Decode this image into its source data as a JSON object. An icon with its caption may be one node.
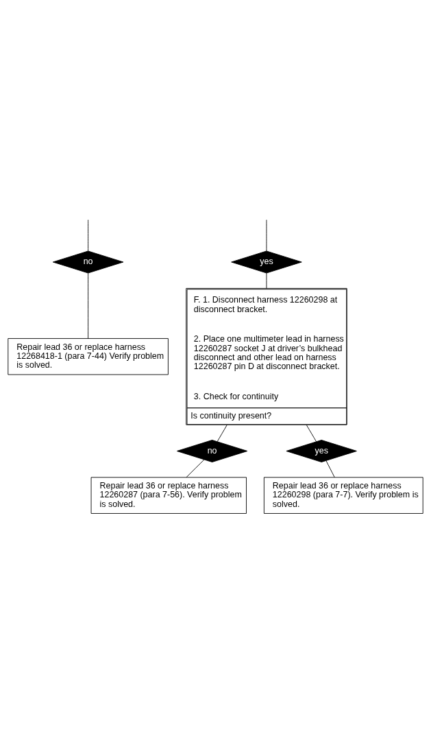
{
  "diagram": {
    "nodes": [
      {
        "text": [
          "no"
        ]
      },
      {
        "text": [
          "yes"
        ]
      },
      {
        "text": [
          "Repair lead 36 or replace harness 12268418-1 (para 7-44) Verify problem is solved."
        ]
      },
      {
        "text": [
          "F. 1. Disconnect harness 12260298 at disconnect bracket.",
          "2. Place one multimeter lead in harness 12260287 socket J at driver’s bulkhead disconnect and other lead on harness 12260287 pin D at disconnect bracket.",
          "3. Check for continuity",
          "Is continuity present?"
        ]
      },
      {
        "text": [
          "no"
        ]
      },
      {
        "text": [
          "yes"
        ]
      },
      {
        "text": [
          "Repair lead 36 or replace harness 12260287 (para 7-56). Verify problem is solved."
        ]
      },
      {
        "text": [
          "Repair lead 36 or replace harness 12260298 (para 7-7). Verify problem is solved."
        ]
      }
    ],
    "edges": [
      {
        "from": null,
        "to": 0,
        "arrow": "none"
      },
      {
        "from": null,
        "to": 1,
        "arrow": "none"
      },
      {
        "from": 0,
        "to": 2,
        "arrow": "none"
      },
      {
        "from": 1,
        "to": 3,
        "arrow": "none"
      },
      {
        "from": 3,
        "to": 4,
        "arrow": "none"
      },
      {
        "from": 3,
        "to": 5,
        "arrow": "none"
      },
      {
        "from": 4,
        "to": 6,
        "arrow": "none"
      },
      {
        "from": 5,
        "to": 7,
        "arrow": "none"
      }
    ]
  }
}
